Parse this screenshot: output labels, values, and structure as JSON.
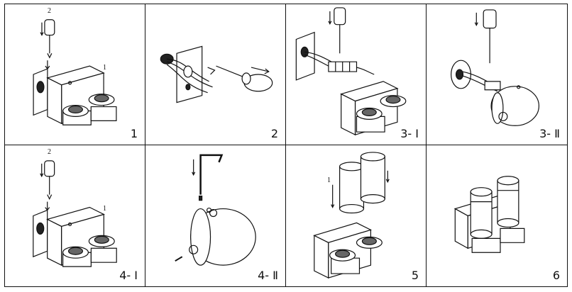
{
  "panels": [
    {
      "step": "1",
      "callouts": [
        {
          "text": "2",
          "pos": "p1-a"
        },
        {
          "text": "1",
          "pos": "p1-b"
        }
      ]
    },
    {
      "step": "2",
      "callouts": []
    },
    {
      "step": "3- Ⅰ",
      "callouts": []
    },
    {
      "step": "3- Ⅱ",
      "callouts": []
    },
    {
      "step": "4- Ⅰ",
      "callouts": [
        {
          "text": "2",
          "pos": "p5-a"
        },
        {
          "text": "1",
          "pos": "p5-b"
        }
      ]
    },
    {
      "step": "4- Ⅱ",
      "callouts": []
    },
    {
      "step": "5",
      "callouts": [
        {
          "text": "1",
          "pos": "p7-a"
        }
      ]
    },
    {
      "step": "6",
      "callouts": []
    }
  ],
  "icons": [
    "screwdriver-icon",
    "wall-plate-icon",
    "cable-icon",
    "terminal-block-icon",
    "housing-icon",
    "allen-key-icon",
    "cylinder-icon",
    "motor-unit-icon"
  ]
}
